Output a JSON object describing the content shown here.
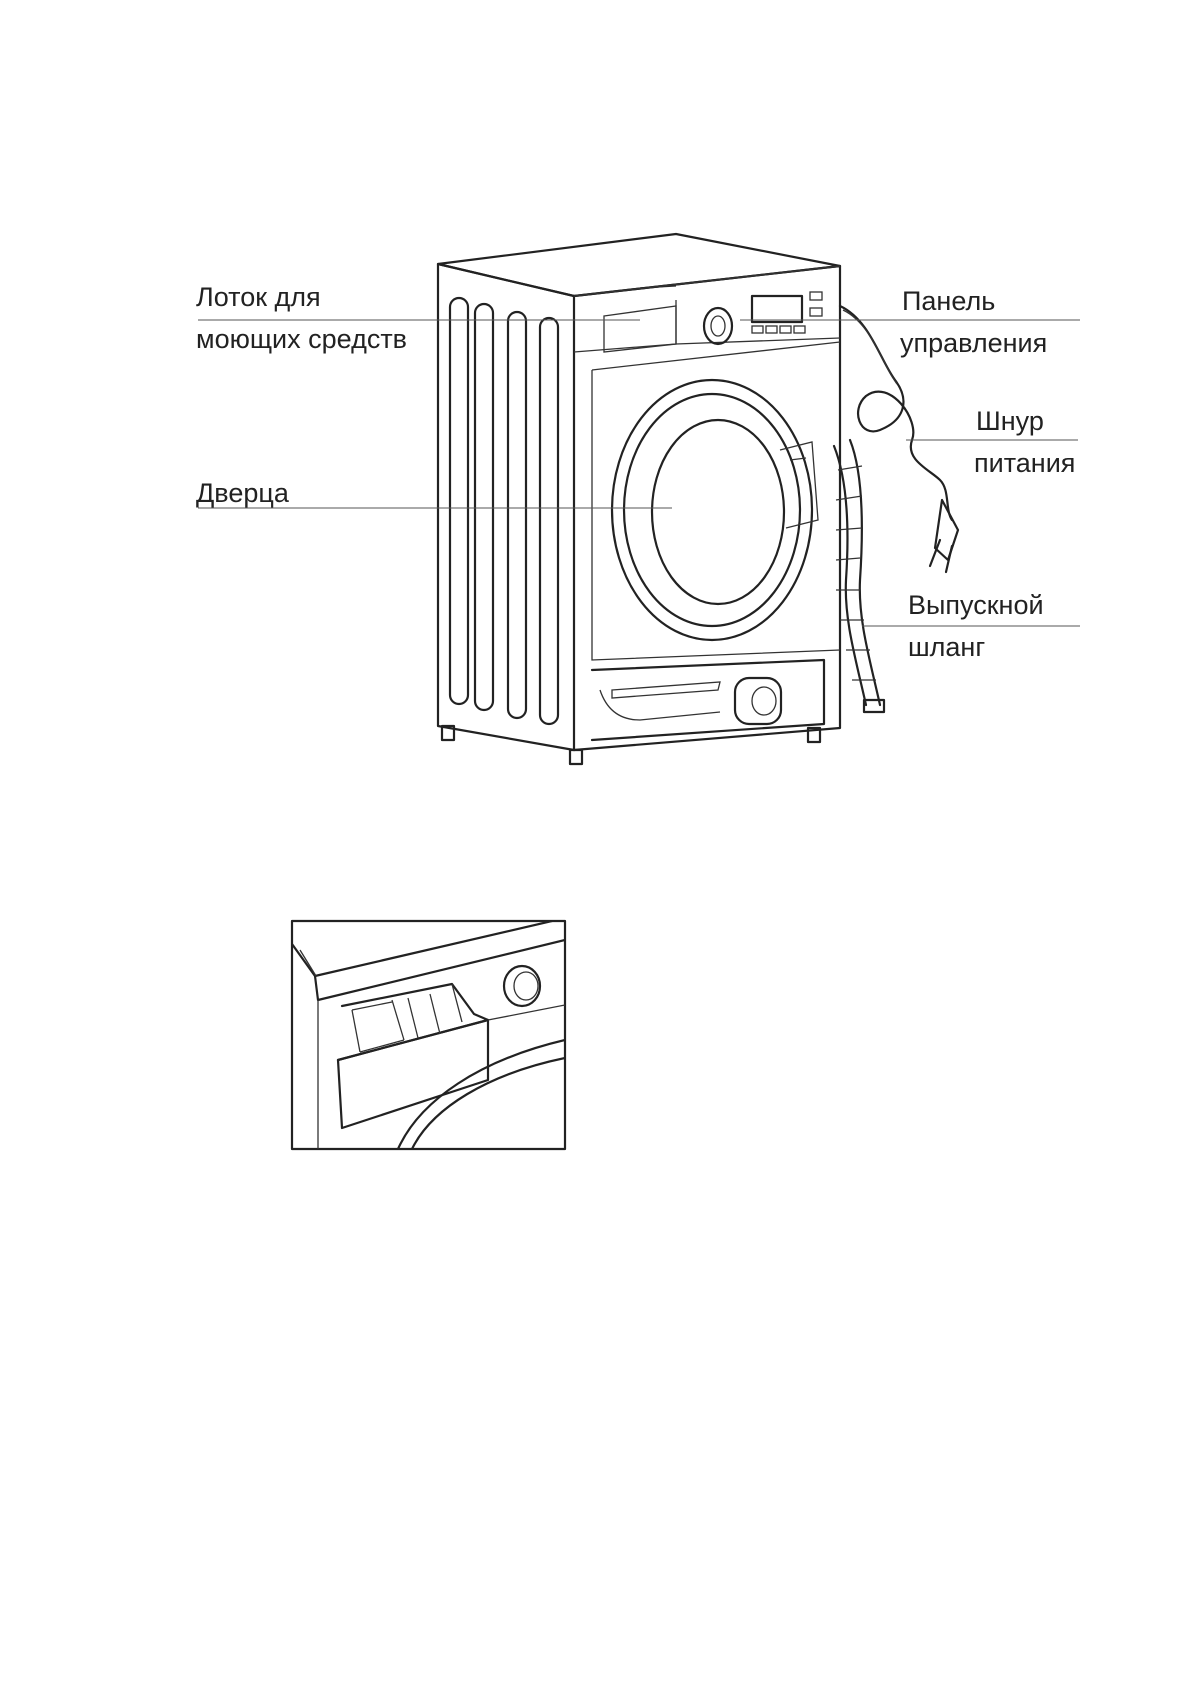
{
  "labels": {
    "detergent_tray_line1": "Лоток для",
    "detergent_tray_line2": "моющих средств",
    "door": "Дверца",
    "control_panel_line1": "Панель",
    "control_panel_line2": "управления",
    "power_cord_line1": "Шнур",
    "power_cord_line2": "питания",
    "drain_hose_line1": "Выпускной",
    "drain_hose_line2": "шланг"
  }
}
